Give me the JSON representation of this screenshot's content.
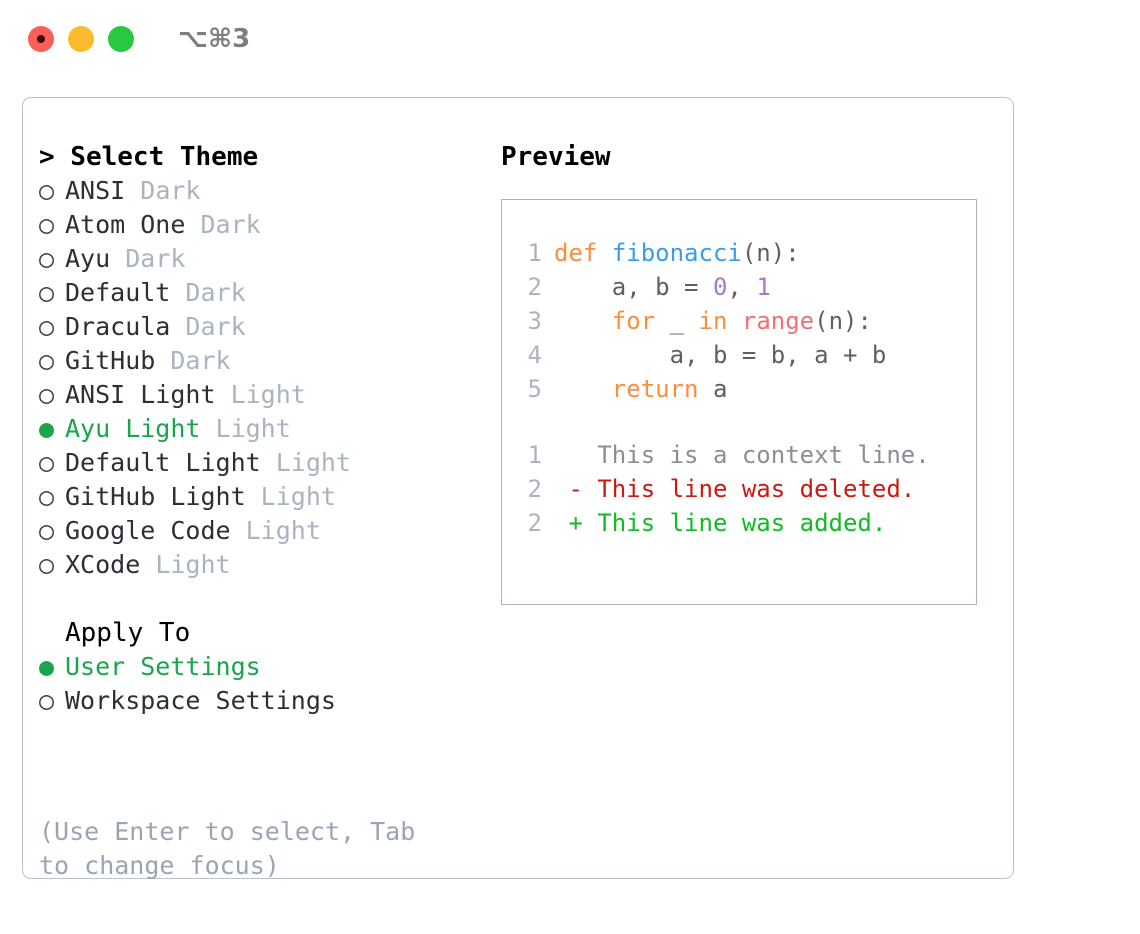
{
  "titlebar": {
    "dots": [
      "close-red",
      "minimize-yellow",
      "maximize-green"
    ],
    "shortcut": "⌥⌘3"
  },
  "left": {
    "heading": "> Select Theme",
    "heading_prefix": ">",
    "themes": [
      {
        "bullet": "○",
        "name": "ANSI",
        "kind": "Dark",
        "selected": false
      },
      {
        "bullet": "○",
        "name": "Atom One",
        "kind": "Dark",
        "selected": false
      },
      {
        "bullet": "○",
        "name": "Ayu",
        "kind": "Dark",
        "selected": false
      },
      {
        "bullet": "○",
        "name": "Default",
        "kind": "Dark",
        "selected": false
      },
      {
        "bullet": "○",
        "name": "Dracula",
        "kind": "Dark",
        "selected": false
      },
      {
        "bullet": "○",
        "name": "GitHub",
        "kind": "Dark",
        "selected": false
      },
      {
        "bullet": "○",
        "name": "ANSI Light",
        "kind": "Light",
        "selected": false
      },
      {
        "bullet": "●",
        "name": "Ayu Light",
        "kind": "Light",
        "selected": true
      },
      {
        "bullet": "○",
        "name": "Default Light",
        "kind": "Light",
        "selected": false
      },
      {
        "bullet": "○",
        "name": "GitHub Light",
        "kind": "Light",
        "selected": false
      },
      {
        "bullet": "○",
        "name": "Google Code",
        "kind": "Light",
        "selected": false
      },
      {
        "bullet": "○",
        "name": "XCode",
        "kind": "Light",
        "selected": false
      }
    ],
    "apply_to_heading": "Apply To",
    "apply_to": [
      {
        "bullet": "●",
        "name": "User Settings",
        "selected": true
      },
      {
        "bullet": "○",
        "name": "Workspace Settings",
        "selected": false
      }
    ],
    "hint": "(Use Enter to select, Tab to change focus)"
  },
  "right": {
    "title": "Preview",
    "code": [
      {
        "ln": "1",
        "tokens": [
          {
            "t": "def",
            "c": "kw"
          },
          {
            "t": " ",
            "c": "plain"
          },
          {
            "t": "fibonacci",
            "c": "fn"
          },
          {
            "t": "(n):",
            "c": "plain"
          }
        ]
      },
      {
        "ln": "2",
        "tokens": [
          {
            "t": "    a, b = ",
            "c": "plain"
          },
          {
            "t": "0",
            "c": "num"
          },
          {
            "t": ", ",
            "c": "plain"
          },
          {
            "t": "1",
            "c": "num"
          }
        ]
      },
      {
        "ln": "3",
        "tokens": [
          {
            "t": "    ",
            "c": "plain"
          },
          {
            "t": "for",
            "c": "kw"
          },
          {
            "t": " _ ",
            "c": "plain"
          },
          {
            "t": "in",
            "c": "kw"
          },
          {
            "t": " ",
            "c": "plain"
          },
          {
            "t": "range",
            "c": "builtin"
          },
          {
            "t": "(n):",
            "c": "plain"
          }
        ]
      },
      {
        "ln": "4",
        "tokens": [
          {
            "t": "        a, b = b, a + b",
            "c": "plain"
          }
        ]
      },
      {
        "ln": "5",
        "tokens": [
          {
            "t": "    ",
            "c": "plain"
          },
          {
            "t": "return",
            "c": "kw"
          },
          {
            "t": " a",
            "c": "plain"
          }
        ]
      }
    ],
    "diff": [
      {
        "ln": "1",
        "marker": " ",
        "text": "This is a context line.",
        "kind": "context"
      },
      {
        "ln": "2",
        "marker": "-",
        "text": "This line was deleted.",
        "kind": "deleted"
      },
      {
        "ln": "2",
        "marker": "+",
        "text": "This line was added.",
        "kind": "added"
      }
    ]
  },
  "colors": {
    "accent_green": "#19a54a",
    "muted": "#aab4c0",
    "keyword": "#fa8d3e",
    "function": "#399ee6",
    "number": "#a37acc",
    "builtin": "#f07171",
    "plain": "#5c6166",
    "diff_deleted": "#c91a10",
    "diff_added": "#12bb26",
    "border": "#b9c2cc"
  }
}
